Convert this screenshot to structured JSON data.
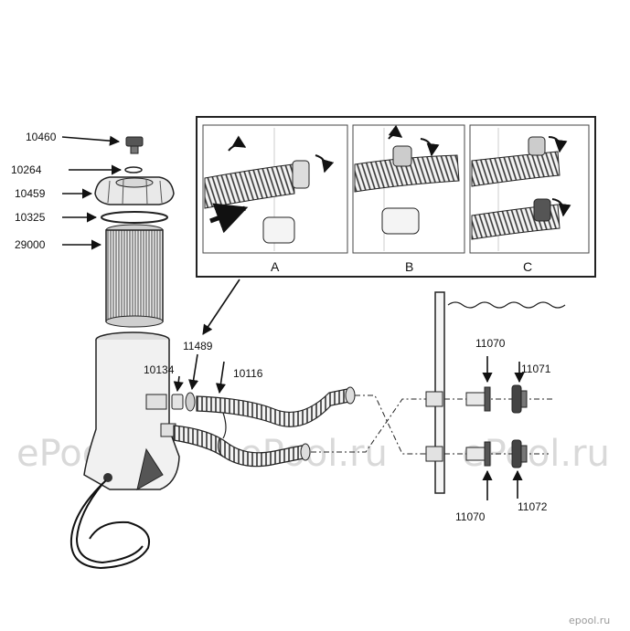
{
  "part_labels": {
    "p10460": "10460",
    "p10264": "10264",
    "p10459": "10459",
    "p10325": "10325",
    "p29000": "29000",
    "p11489": "11489",
    "p10134": "10134",
    "p10116": "10116",
    "p11070_top": "11070",
    "p11071": "11071",
    "p11070_bottom": "11070",
    "p11072": "11072"
  },
  "inset_panels": {
    "a": "A",
    "b": "B",
    "c": "C"
  },
  "watermarks": {
    "left": "ePool.ru",
    "center": "ePool.ru",
    "right": "ePool.ru"
  },
  "corner_logo": "epool.ru",
  "colors": {
    "line": "#222222",
    "watermark": "#d9d9d9"
  }
}
